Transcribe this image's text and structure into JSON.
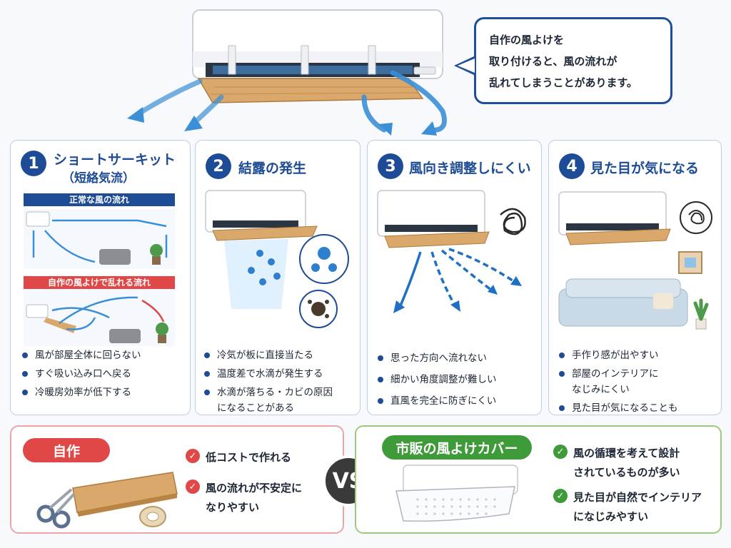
{
  "callout": {
    "lines": [
      "自作の風よけを",
      "取り付けると、風の流れが",
      "乱れてしまうことがあります。"
    ]
  },
  "panels": [
    {
      "number": "1",
      "title": "ショートサーキット",
      "subtitle": "（短絡気流）",
      "banner_normal": "正常な風の流れ",
      "banner_disturbed": "自作の風よけで乱れる流れ",
      "bullets": [
        "風が部屋全体に回らない",
        "すぐ吸い込み口へ戻る",
        "冷暖房効率が低下する"
      ]
    },
    {
      "number": "2",
      "title": "結露の発生",
      "bullets": [
        "冷気が板に直接当たる",
        "温度差で水滴が発生する",
        "水滴が落ちる・カビの原因",
        "になることがある"
      ]
    },
    {
      "number": "3",
      "title": "風向き調整しにくい",
      "bullets": [
        "思った方向へ流れない",
        "細かい角度調整が難しい",
        "直風を完全に防ぎにくい"
      ]
    },
    {
      "number": "4",
      "title": "見た目が気になる",
      "bullets": [
        "手作り感が出やすい",
        "部屋のインテリアに",
        "なじみにくい",
        "見た目が気になることも"
      ]
    }
  ],
  "compare": {
    "left_label": "自作",
    "left_points": [
      [
        "低コストで作れる"
      ],
      [
        "風の流れが不安定に",
        "なりやすい"
      ]
    ],
    "vs": "VS",
    "right_label": "市販の風よけカバー",
    "right_points": [
      [
        "風の循環を考えて設計",
        "されているものが多い"
      ],
      [
        "見た目が自然でインテリア",
        "になじみやすい"
      ]
    ]
  },
  "colors": {
    "navy": "#1d4b95",
    "red": "#e04848",
    "green": "#3f9a3a",
    "wood": "#d9a86a",
    "airflow": "#3b8fd6"
  },
  "icons": [
    "air-conditioner-icon",
    "wood-board-icon",
    "airflow-arrow-icon",
    "water-drop-icon",
    "mold-icon",
    "tangle-icon",
    "sofa-icon",
    "plant-icon",
    "picture-frame-icon",
    "scissors-icon",
    "tape-icon",
    "check-icon"
  ]
}
